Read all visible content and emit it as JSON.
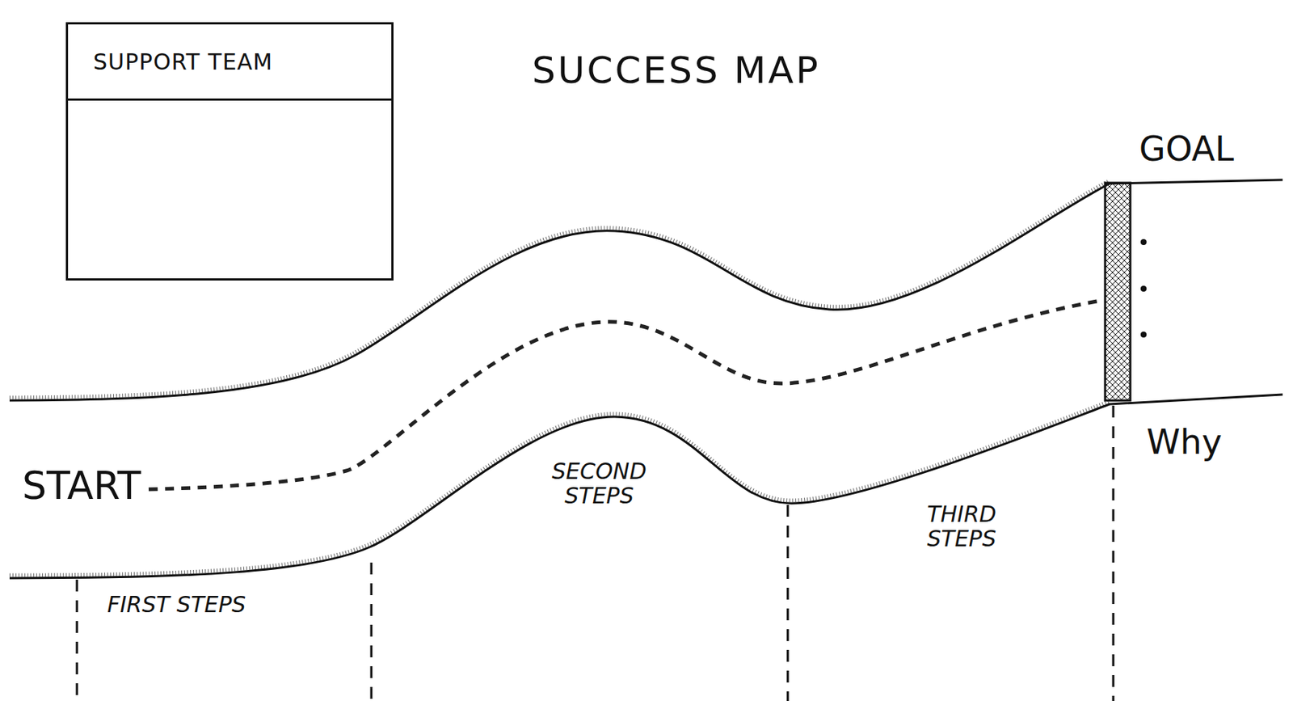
{
  "diagram": {
    "title": "SUCCESS MAP",
    "nodes": [
      {
        "text": [
          "SUPPORT TEAM"
        ]
      }
    ],
    "labels": [
      "START",
      "GOAL",
      "Why",
      "FIRST STEPS",
      "SECOND STEPS",
      "THIRD STEPS"
    ]
  }
}
